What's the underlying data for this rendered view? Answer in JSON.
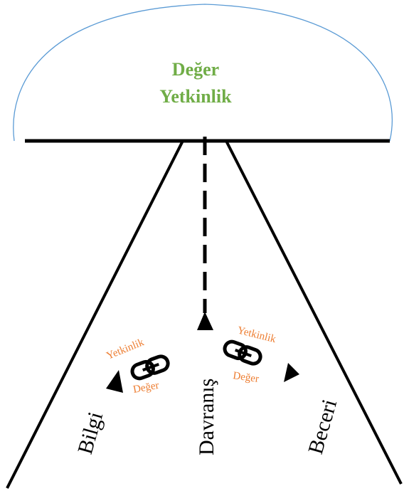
{
  "dome": {
    "line1": "Değer",
    "line2": "Yetkinlik",
    "text_color": "#70ad47",
    "outline_color": "#5b9bd5"
  },
  "branches": {
    "left": "Bilgi",
    "center": "Davranış",
    "right": "Beceri"
  },
  "links": {
    "left": {
      "top": "Yetkinlik",
      "bottom": "Değer"
    },
    "right": {
      "top": "Yetkinlik",
      "bottom": "Değer"
    },
    "label_color": "#ed7d31"
  },
  "line_color": "#000000"
}
